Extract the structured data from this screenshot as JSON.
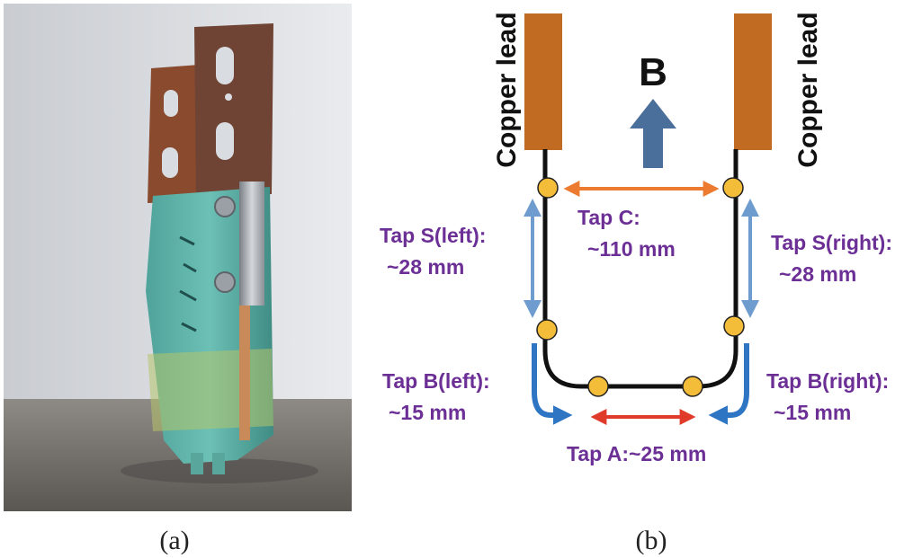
{
  "captions": {
    "a": "(a)",
    "b": "(b)"
  },
  "diagram": {
    "field_label": "B",
    "lead_left": "Copper lead",
    "lead_right": "Copper lead",
    "taps": {
      "c_line1": "Tap C:",
      "c_line2": "~110 mm",
      "s_left_line1": "Tap S(left):",
      "s_left_line2": "~28 mm",
      "s_right_line1": "Tap S(right):",
      "s_right_line2": "~28 mm",
      "b_left_line1": "Tap B(left):",
      "b_left_line2": "~15 mm",
      "b_right_line1": "Tap B(right):",
      "b_right_line2": "~15 mm",
      "a": "Tap A:~25 mm"
    }
  },
  "colors": {
    "copper": "#c06a22",
    "wire": "#111111",
    "tap_node": "#f3bd3a",
    "arrow_orange": "#ec7a2f",
    "arrow_red": "#e03a2a",
    "arrow_blue": "#2e75c4",
    "arrow_light_blue": "#6f9ccf",
    "field_arrow": "#4a6f9a",
    "label_purple": "#6b2f95"
  }
}
